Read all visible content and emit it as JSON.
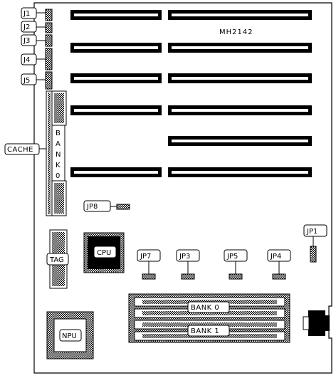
{
  "board": {
    "model": "MH2142"
  },
  "connectors": [
    {
      "id": "J1",
      "label": "J1"
    },
    {
      "id": "J2",
      "label": "J2"
    },
    {
      "id": "J3",
      "label": "J3"
    },
    {
      "id": "J4",
      "label": "J4"
    },
    {
      "id": "J5",
      "label": "J5"
    }
  ],
  "cache": {
    "label": "CACHE",
    "bank_label": [
      "B",
      "A",
      "N",
      "K",
      "0"
    ]
  },
  "tag": {
    "label": "TAG"
  },
  "cpu": {
    "label": "CPU"
  },
  "npu": {
    "label": "NPU"
  },
  "jumpers": {
    "jp1": "JP1",
    "jp3": "JP3",
    "jp4": "JP4",
    "jp5": "JP5",
    "jp7": "JP7",
    "jp8": "JP8"
  },
  "memory": {
    "bank0": "BANK 0",
    "bank1": "BANK 1"
  }
}
